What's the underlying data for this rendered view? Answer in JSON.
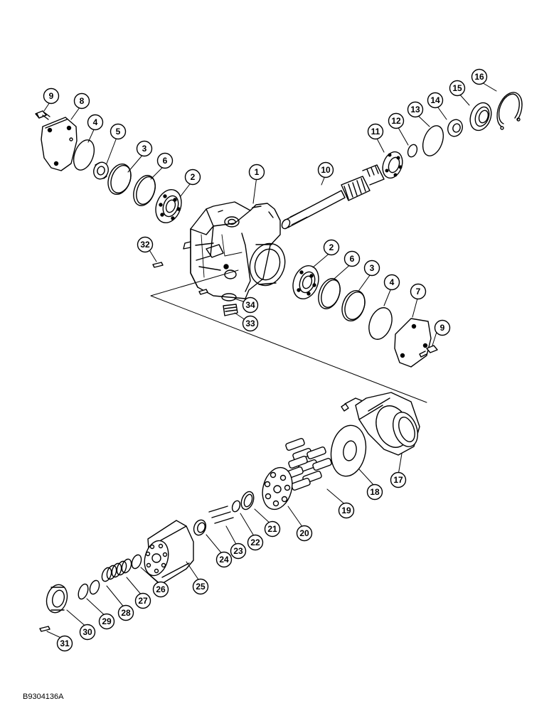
{
  "figure_id": "B9304136A",
  "callouts": [
    {
      "id": "9a",
      "label": "9"
    },
    {
      "id": "8",
      "label": "8"
    },
    {
      "id": "4a",
      "label": "4"
    },
    {
      "id": "5",
      "label": "5"
    },
    {
      "id": "3a",
      "label": "3"
    },
    {
      "id": "6a",
      "label": "6"
    },
    {
      "id": "2a",
      "label": "2"
    },
    {
      "id": "1",
      "label": "1"
    },
    {
      "id": "10",
      "label": "10"
    },
    {
      "id": "11",
      "label": "11"
    },
    {
      "id": "12",
      "label": "12"
    },
    {
      "id": "13",
      "label": "13"
    },
    {
      "id": "14",
      "label": "14"
    },
    {
      "id": "15",
      "label": "15"
    },
    {
      "id": "16",
      "label": "16"
    },
    {
      "id": "32",
      "label": "32"
    },
    {
      "id": "34",
      "label": "34"
    },
    {
      "id": "33",
      "label": "33"
    },
    {
      "id": "2b",
      "label": "2"
    },
    {
      "id": "6b",
      "label": "6"
    },
    {
      "id": "3b",
      "label": "3"
    },
    {
      "id": "4b",
      "label": "4"
    },
    {
      "id": "7",
      "label": "7"
    },
    {
      "id": "9b",
      "label": "9"
    },
    {
      "id": "17",
      "label": "17"
    },
    {
      "id": "18",
      "label": "18"
    },
    {
      "id": "19",
      "label": "19"
    },
    {
      "id": "20",
      "label": "20"
    },
    {
      "id": "21",
      "label": "21"
    },
    {
      "id": "22",
      "label": "22"
    },
    {
      "id": "23",
      "label": "23"
    },
    {
      "id": "24",
      "label": "24"
    },
    {
      "id": "25",
      "label": "25"
    },
    {
      "id": "26",
      "label": "26"
    },
    {
      "id": "27",
      "label": "27"
    },
    {
      "id": "28",
      "label": "28"
    },
    {
      "id": "29",
      "label": "29"
    },
    {
      "id": "30",
      "label": "30"
    },
    {
      "id": "31",
      "label": "31"
    }
  ]
}
